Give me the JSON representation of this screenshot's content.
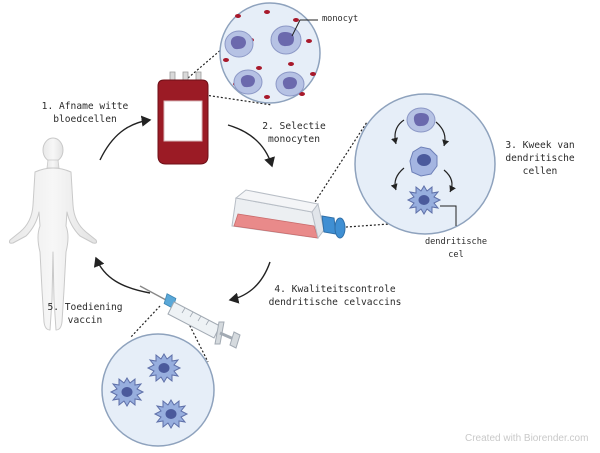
{
  "steps": {
    "step1": {
      "line1": "1. Afname witte",
      "line2": "bloedcellen"
    },
    "step2": {
      "line1": "2. Selectie",
      "line2": "monocyten"
    },
    "step3": {
      "line1": "3. Kweek van",
      "line2": "dendritische",
      "line3": "cellen"
    },
    "step4": {
      "line1": "4. Kwaliteitscontrole",
      "line2": "dendritische celvaccins"
    },
    "step5": {
      "line1": "5. Toediening",
      "line2": "vaccin"
    }
  },
  "callouts": {
    "monocyte": "monocyt",
    "dendritic_line1": "dendritische",
    "dendritic_line2": "cel"
  },
  "watermark": "Created with Biorender.com",
  "colors": {
    "blood": "#9b1b25",
    "culture_medium": "#e98a8a",
    "cap": "#3f8fd3",
    "circle_fill": "#e6eef8",
    "circle_stroke": "#8ea2bd",
    "cell_body": "#b6c2e4",
    "nucleus": "#6b69ad",
    "dendritic_body": "#97aede",
    "dendritic_nucleus": "#4b5a9c"
  }
}
